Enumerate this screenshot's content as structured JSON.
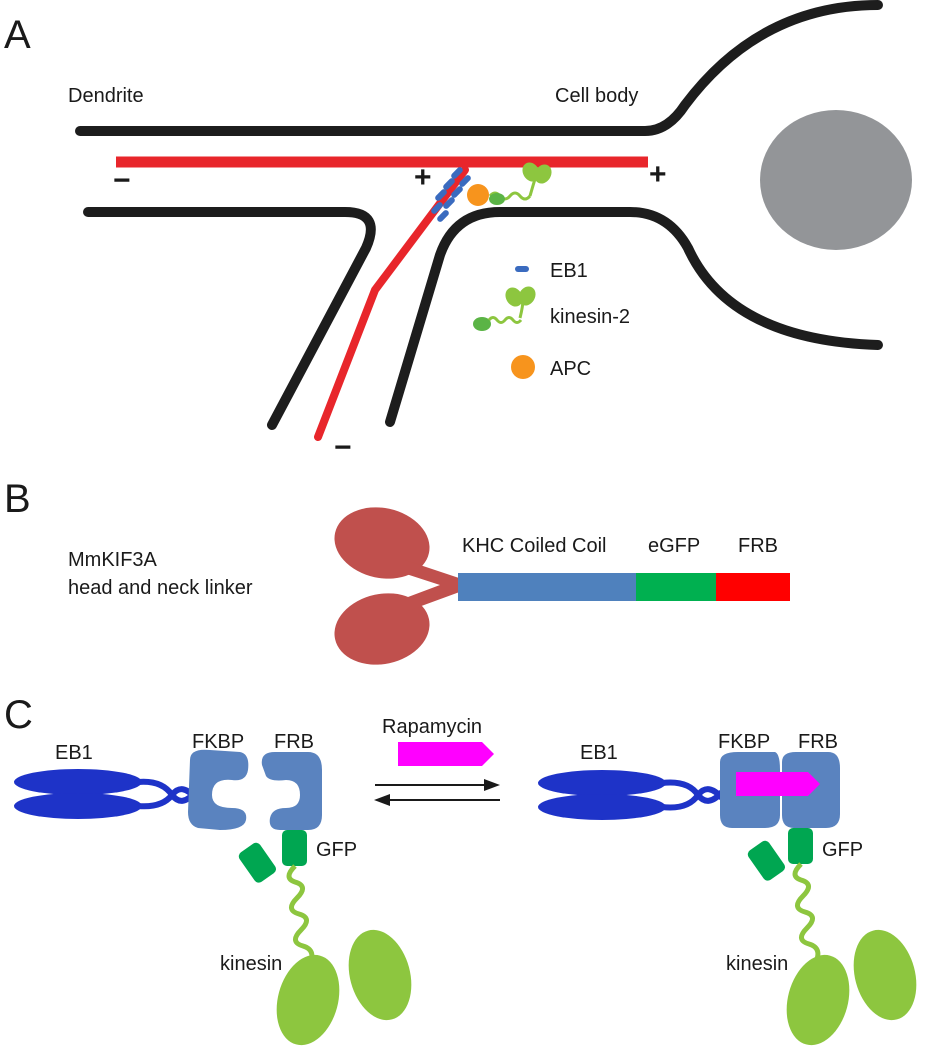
{
  "panels": {
    "a": {
      "letter": "A",
      "dendrite_label": "Dendrite",
      "cell_body_label": "Cell  body",
      "minus_sign": "−",
      "plus_sign": "+",
      "legend": [
        {
          "label": "EB1",
          "icon": "eb1-dash-icon"
        },
        {
          "label": "kinesin-2",
          "icon": "kinesin-icon"
        },
        {
          "label": "APC",
          "icon": "apc-dot-icon"
        }
      ]
    },
    "b": {
      "letter": "B",
      "construct_name_line1": "MmKIF3A",
      "construct_name_line2": "head and neck linker",
      "segments": [
        {
          "label": "KHC Coiled Coil"
        },
        {
          "label": "eGFP"
        },
        {
          "label": "FRB"
        }
      ]
    },
    "c": {
      "letter": "C",
      "drug_label": "Rapamycin",
      "left": {
        "eb1": "EB1",
        "fkbp": "FKBP",
        "frb": "FRB",
        "gfp": "GFP",
        "kinesin": "kinesin"
      },
      "right": {
        "eb1": "EB1",
        "fkbp": "FKBP",
        "frb": "FRB",
        "gfp": "GFP",
        "kinesin": "kinesin"
      }
    }
  },
  "colors": {
    "membrane": "#1d1d1d",
    "microtubule": "#e8262b",
    "nucleus": "#939598",
    "eb1": "#3a6bbf",
    "eb1_dark": "#1e33c8",
    "kinesin": "#8dc63f",
    "kinesin_dark": "#5bb446",
    "apc": "#f7941d",
    "head_red": "#c0504d",
    "coiled_coil": "#4f81bd",
    "egfp": "#00b050",
    "frb_red": "#ff0000",
    "fkbp_blue": "#5a83bf",
    "gfp_green": "#00a651",
    "rapamycin": "#ff00ff"
  }
}
